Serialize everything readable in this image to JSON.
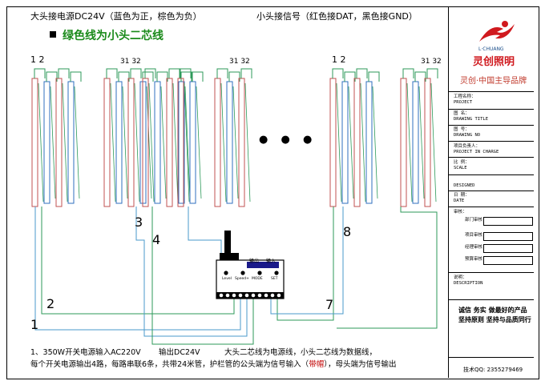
{
  "header": {
    "power_note": "大头接电源DC24V（蓝色为正，棕色为负）",
    "signal_note": "小头接信号（红色接DAT，黑色接GND）"
  },
  "subtitle": "绿色线为小头二芯线",
  "pin_labels": {
    "g1_start": "1 2",
    "g1_end": "31 32",
    "g2_end": "31 32",
    "g3_start": "1 2",
    "g3_end": "31 32"
  },
  "ellipsis": "● ● ●",
  "group_numbers": [
    "1",
    "2",
    "3",
    "4",
    "7",
    "8"
  ],
  "controller": {
    "out_label": "输出",
    "in_label": "输入",
    "buttons": [
      "Level",
      "Speed+",
      "MODE",
      "SET"
    ]
  },
  "notes": {
    "line1_a": "1、350W开关电源输入AC220V",
    "line1_b": "输出DC24V",
    "line1_c": "大头二芯线为电源线，小头二芯线为数据线，",
    "line2_a": "每个开关电源输出4路，每路串联6条，共带24米管，护栏管的公头端为信号输入（",
    "line2_cap": "带帽",
    "line2_b": "），母头端为信号输出"
  },
  "title_block": {
    "brand_en": "L·CHUANG",
    "brand_cn": "灵创照明",
    "slogan": "灵创·中国主导品牌",
    "project_cn": "工程名称：",
    "project_en": "PROJECT",
    "drawing_title_cn": "图 名：",
    "drawing_title_en": "DRAWING TITLE",
    "drawing_no_cn": "图 号：",
    "drawing_no_en": "DRAWING NO",
    "pic_cn": "项目负责人：",
    "pic_en": "PROJECT IN CHARGE",
    "scale_cn": "比 例：",
    "scale_en": "SCALE",
    "designed": "DESIGNED",
    "date_cn": "日 期：",
    "date_en": "DATE",
    "review_cn": "审核：",
    "review_1": "部门审核：",
    "review_2": "项目审核：",
    "review_3": "经理审核：",
    "review_4": "预算审核：",
    "desc_cn": "说明：",
    "desc_en": "DESCRIPTION",
    "motto_1": "诚信 务实 做最好的产品",
    "motto_2": "坚持原则 坚持与品质同行",
    "support_qq": "技术QQ: 2355279469"
  },
  "colors": {
    "power_line": "#2f6fbf",
    "power_line2": "#c05050",
    "data_line": "#2e9a5a",
    "tube_outline": "#8a2a2a"
  }
}
